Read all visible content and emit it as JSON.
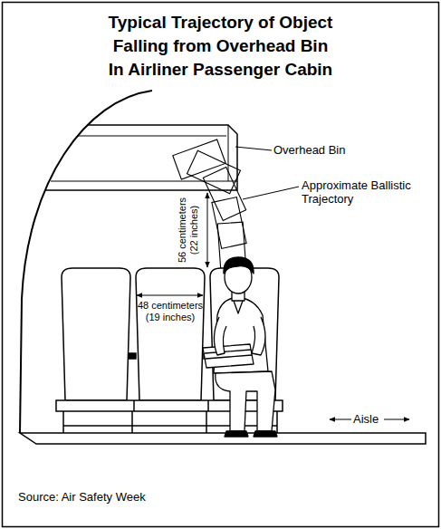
{
  "diagram": {
    "title": "Typical Trajectory of Object Falling from Overhead Bin In Airliner Passenger Cabin",
    "caption": "Source: Air Safety Week",
    "labels": [
      "Overhead Bin",
      "Approximate Ballistic Trajectory",
      "56 centimeters (22 inches)",
      "48 centimeters (19 inches)",
      "Aisle"
    ]
  }
}
